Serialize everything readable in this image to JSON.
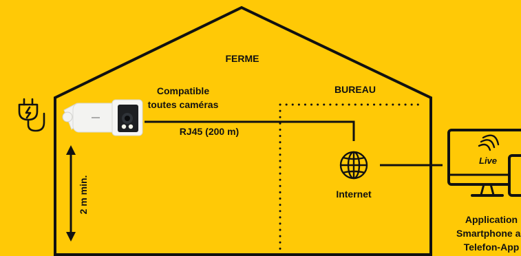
{
  "colors": {
    "background": "#FFC906",
    "ink": "#111111",
    "camera_body": "#F3F3F1"
  },
  "labels": {
    "house": "FERME",
    "office": "BUREAU",
    "camera_line1": "Compatible",
    "camera_line2": "toutes caméras",
    "cable": "RJ45 (200 m)",
    "height": "2 m min.",
    "internet": "Internet",
    "app_line1": "Application",
    "app_line2": "Smartphone ap",
    "app_line3": "Telefon-App",
    "live_badge": "Live"
  },
  "icons": [
    "power-plug-icon",
    "security-camera-icon",
    "globe-icon",
    "monitor-icon",
    "tablet-icon",
    "wifi-icon",
    "double-arrow-icon"
  ]
}
